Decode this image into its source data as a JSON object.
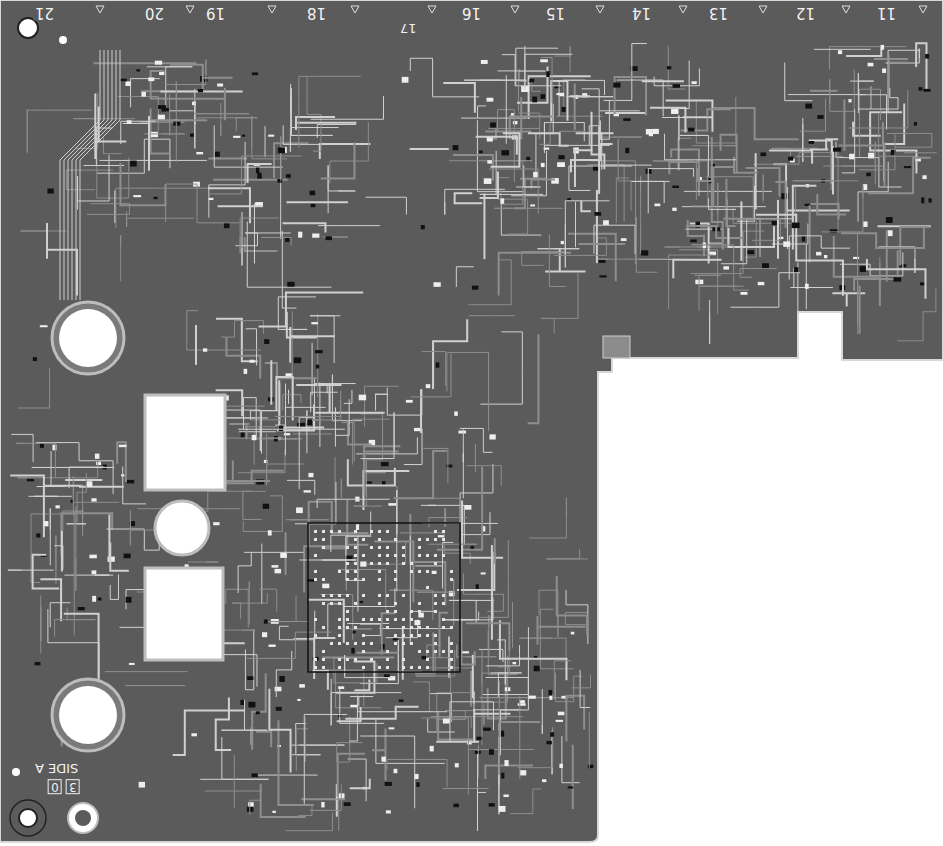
{
  "diagram": {
    "labels": [
      "21",
      "20",
      "19",
      "18",
      "17",
      "16",
      "15",
      "14",
      "13",
      "12",
      "11",
      "SIDE A",
      "3",
      "0"
    ]
  }
}
